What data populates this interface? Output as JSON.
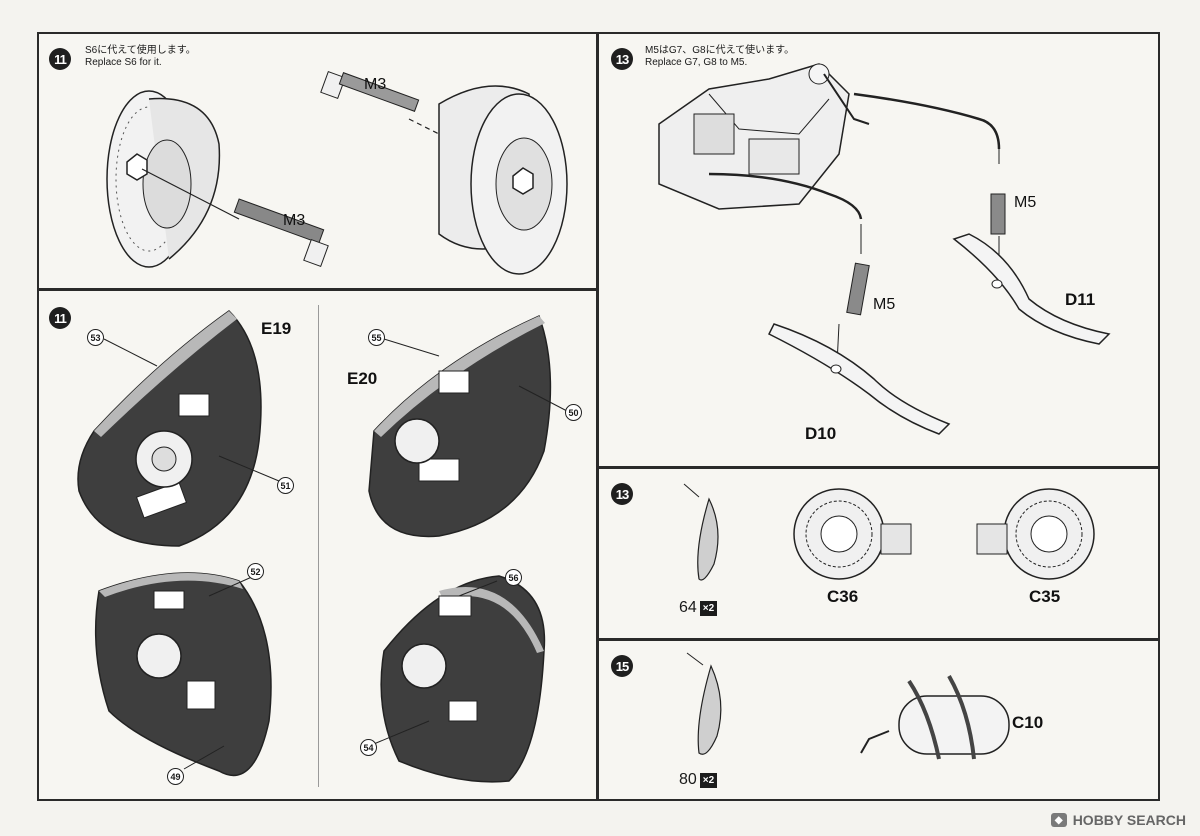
{
  "steps": {
    "a": {
      "number": "11",
      "note_ja": "S6に代えて使用します。",
      "note_en": "Replace S6 for it.",
      "labels": [
        "M3",
        "M3"
      ]
    },
    "b": {
      "number": "11",
      "parts": [
        "E19",
        "E20"
      ],
      "decals": [
        "53",
        "51",
        "55",
        "50",
        "52",
        "49",
        "56",
        "54"
      ]
    },
    "c": {
      "number": "13",
      "note_ja": "M5はG7、G8に代えて使います。",
      "note_en": "Replace G7, G8 to M5.",
      "labels": [
        "M5",
        "M5",
        "D11",
        "D10"
      ]
    },
    "d": {
      "number": "13",
      "part_num": "64",
      "qty": "×2",
      "labels": [
        "C36",
        "C35"
      ]
    },
    "e": {
      "number": "15",
      "part_num": "80",
      "qty": "×2",
      "labels": [
        "C10"
      ]
    }
  },
  "watermark": {
    "icon": "hobby-search-logo-icon",
    "text": "HOBBY SEARCH"
  },
  "colors": {
    "panel_fill": "#3e3e3e",
    "decal_edge": "#b8b8b8",
    "line": "#222222"
  }
}
